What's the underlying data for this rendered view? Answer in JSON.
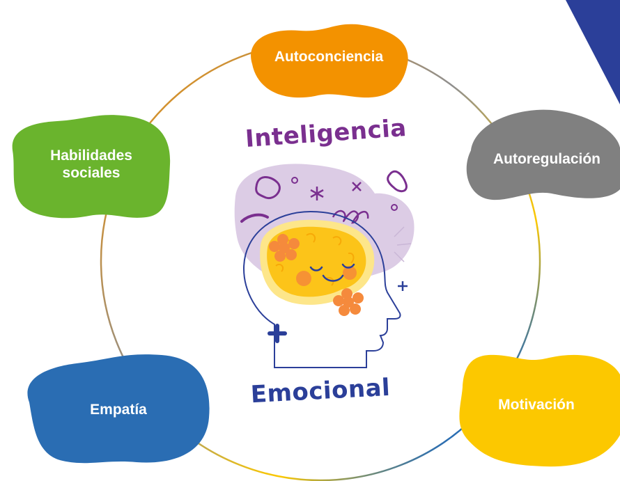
{
  "diagram": {
    "title_top": "Inteligencia",
    "title_bottom": "Emocional",
    "components": [
      {
        "id": "autoconciencia",
        "label": "Autoconciencia",
        "color": "#f39200"
      },
      {
        "id": "autoregulacion",
        "label": "Autoregulación",
        "color": "#808080"
      },
      {
        "id": "motivacion",
        "label": "Motivación",
        "color": "#fcc800"
      },
      {
        "id": "empatia",
        "label": "Empatía",
        "color": "#2a6db3"
      },
      {
        "id": "habilidades-sociales",
        "label": "Habilidades sociales",
        "color": "#6ab42d"
      }
    ],
    "colors": {
      "title": "#7a2f8f",
      "emocional": "#2b3f99",
      "brain": "#fcc419",
      "halo": "#d6c3e0",
      "outline": "#2b3f99",
      "corner": "#2b3f99"
    }
  }
}
